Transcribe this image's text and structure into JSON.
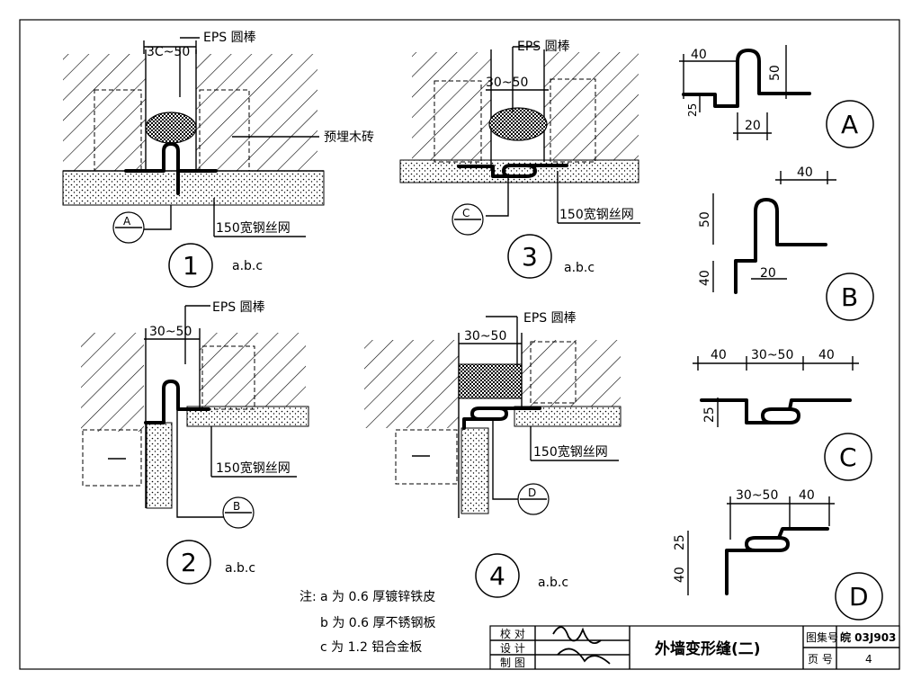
{
  "labels": {
    "eps_rod": "EPS 圆棒",
    "gap": "30~50",
    "gap_variant": "3C~50",
    "wood_brick": "预埋木砖",
    "mesh": "150宽钢丝网",
    "abc": "a.b.c",
    "abc_alt": "a.b.c"
  },
  "callouts": {
    "A": "A",
    "B": "B",
    "C": "C",
    "D": "D"
  },
  "details": [
    "1",
    "2",
    "3",
    "4"
  ],
  "profiles": {
    "A": {
      "letter": "A",
      "dims": [
        "40",
        "50",
        "25",
        "20"
      ]
    },
    "B": {
      "letter": "B",
      "dims": [
        "40",
        "50",
        "40",
        "20"
      ]
    },
    "C": {
      "letter": "C",
      "dims": [
        "40",
        "30~50",
        "40",
        "25"
      ]
    },
    "D": {
      "letter": "D",
      "dims": [
        "30~50",
        "40",
        "25",
        "40"
      ]
    }
  },
  "notes": {
    "prefix": "注:",
    "a": "a 为 0.6 厚镀锌铁皮",
    "b": "b 为 0.6 厚不锈钢板",
    "c": "c 为 1.2 铝合金板"
  },
  "title_block": {
    "check": "校 对",
    "design": "设 计",
    "draw": "制 图",
    "title": "外墙变形缝(二)",
    "atlas_label": "图集号",
    "atlas_no": "皖 03J903",
    "page_label": "页 号",
    "page_no": "4"
  }
}
